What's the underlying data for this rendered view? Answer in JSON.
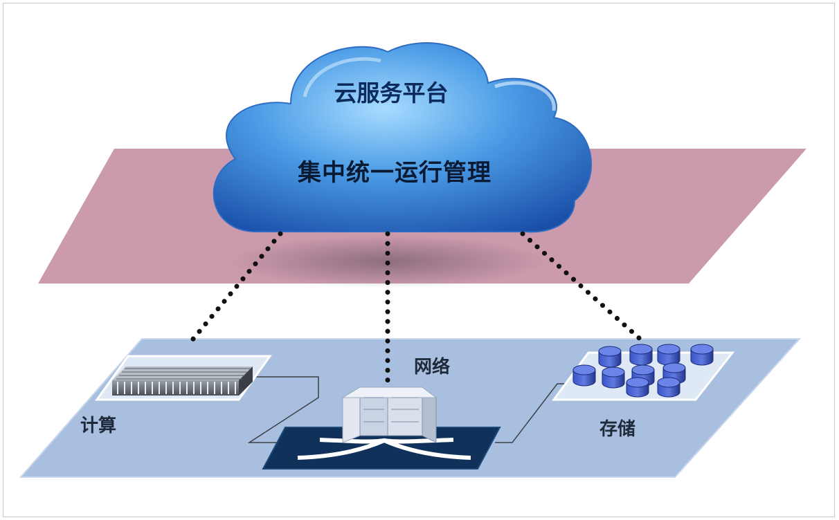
{
  "cloud": {
    "title": "云服务平台",
    "subtitle": "集中统一运行管理"
  },
  "components": {
    "compute": "计算",
    "network": "网络",
    "storage": "存储"
  },
  "colors": {
    "upper_plane": "#cc9aad",
    "lower_plane": "#a9bfe0",
    "cloud": "#3f86d8",
    "connector_dots": "#111111",
    "storage_disks": "#2f46b8"
  }
}
